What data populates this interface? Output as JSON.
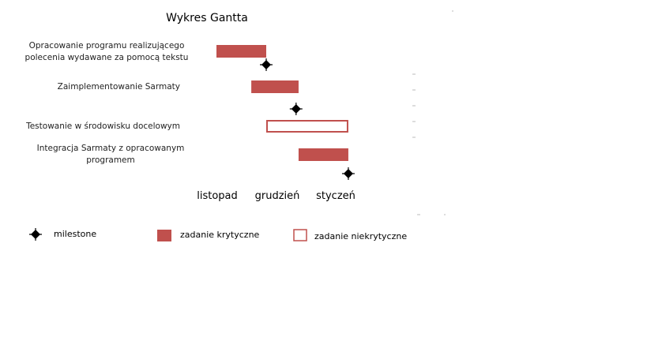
{
  "chart_data": {
    "type": "gantt",
    "title": "Wykres Gantta",
    "x_axis": {
      "ticks": [
        "listopad",
        "grudzień",
        "styczeń"
      ]
    },
    "tasks": [
      {
        "label_lines": [
          "Opracowanie programu realizującego",
          "polecenia wydawane za pomocą tekstu"
        ],
        "start": 0.0,
        "end": 1.0,
        "kind": "critical"
      },
      {
        "label_lines": [
          "Zaimplementowanie Sarmaty"
        ],
        "start": 0.7,
        "end": 1.65,
        "kind": "critical"
      },
      {
        "label_lines": [
          "Testowanie w środowisku docelowym"
        ],
        "start": 1.0,
        "end": 2.65,
        "kind": "noncritical"
      },
      {
        "label_lines": [
          "Integracja Sarmaty z opracowanym",
          "programem"
        ],
        "start": 1.65,
        "end": 2.65,
        "kind": "critical"
      }
    ],
    "milestones": [
      {
        "at": 1.0,
        "after_task": 0
      },
      {
        "at": 1.6,
        "after_task": 1
      },
      {
        "at": 2.65,
        "after_task": 3
      }
    ],
    "legend": [
      {
        "marker": "milestone",
        "label": "milestone"
      },
      {
        "marker": "critical",
        "label": "zadanie krytyczne"
      },
      {
        "marker": "noncritical",
        "label": "zadanie niekrytyczne"
      }
    ],
    "colors": {
      "critical_fill": "#c0504d",
      "noncritical_stroke": "#c0504d",
      "milestone": "#000000"
    }
  }
}
